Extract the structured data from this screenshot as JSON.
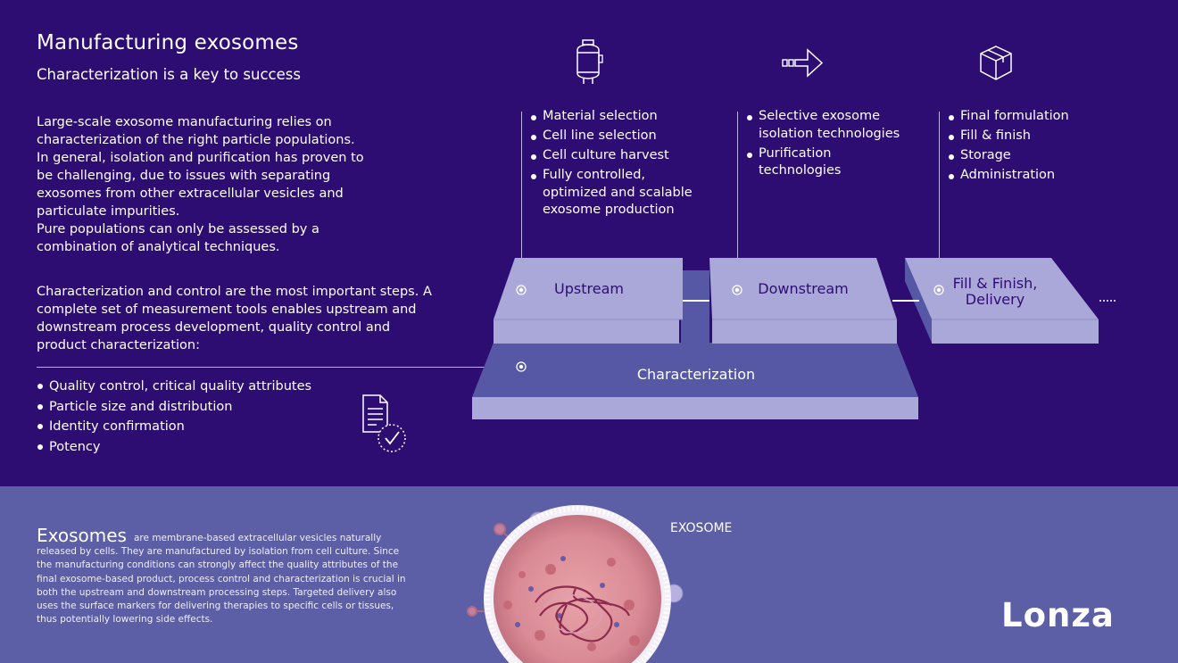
{
  "header": {
    "title": "Manufacturing exosomes",
    "subtitle": "Characterization is a key to success"
  },
  "intro": {
    "paragraph1": "Large-scale exosome manufacturing relies on characterization of the right particle populations. In general, isolation and purification has proven to be challenging, due to issues with separating exosomes from other extracellular vesicles and particulate impurities.",
    "paragraph2": "Pure populations can only be assessed by a combination of analytical techniques."
  },
  "control": {
    "paragraph": "Characterization and control are the most important steps. A complete set of measurement tools enables upstream and downstream process development, quality control and product characterization:",
    "items": [
      "Quality control, critical quality attributes",
      "Particle size and distribution",
      "Identity confirmation",
      "Potency"
    ]
  },
  "stages": {
    "upstream": {
      "label": "Upstream",
      "icon": "bioreactor-icon",
      "items": [
        "Material selection",
        "Cell line selection",
        "Cell culture harvest",
        "Fully controlled, optimized and scalable exosome production"
      ]
    },
    "downstream": {
      "label": "Downstream",
      "icon": "arrow-icon",
      "items": [
        "Selective exosome isolation technologies",
        "Purification technologies"
      ]
    },
    "fill": {
      "label_line1": "Fill & Finish,",
      "label_line2": "Delivery",
      "icon": "box-icon",
      "items": [
        "Final formulation",
        "Fill & finish",
        "Storage",
        "Administration"
      ]
    },
    "characterization": {
      "label": "Characterization",
      "icon": "document-check-icon"
    }
  },
  "exosomes": {
    "title": "Exosomes",
    "body": "are membrane-based extracellular vesicles naturally released by cells. They are manufactured by isolation from cell culture. Since the manufacturing conditions can strongly affect the quality attributes of the final exosome-based product, process control and characterization is crucial in both the upstream and downstream processing steps. Targeted delivery also uses the surface markers for delivering therapies to specific cells or tissues, thus potentially lowering side effects.",
    "image_label": "EXOSOME"
  },
  "brand": {
    "logo": "Lonza"
  },
  "colors": {
    "background_top": "#2e0d73",
    "background_bottom": "#5c5ea6",
    "platform_light": "#a9a8d8",
    "platform_characterization": "#5658a6"
  }
}
